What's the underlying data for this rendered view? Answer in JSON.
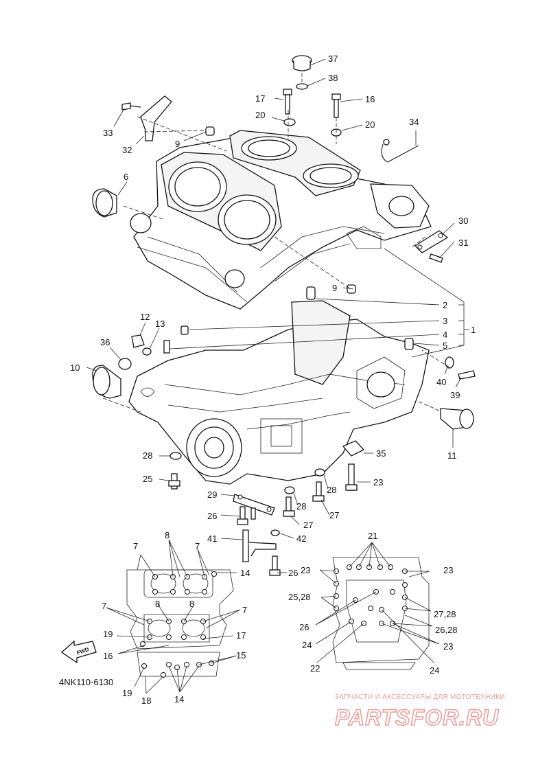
{
  "diagram_code": "4NK110-6130",
  "fwd_label": "FWD",
  "watermark": {
    "caption": "ЗАПЧАСТИ И АКСЕССУАРЫ ДЛЯ МОТОТЕХНИКИ",
    "logo_text": "PARTSFOR.RU",
    "color": "#e8a0a0"
  },
  "callouts": {
    "c37": "37",
    "c38": "38",
    "c17a": "17",
    "c16a": "16",
    "c20a": "20",
    "c20b": "20",
    "c34": "34",
    "c33": "33",
    "c32": "32",
    "c9a": "9",
    "c6": "6",
    "c30": "30",
    "c31": "31",
    "c9b": "9",
    "c2": "2",
    "c3": "3",
    "c1": "1",
    "c4": "4",
    "c5": "5",
    "c12": "12",
    "c13": "13",
    "c36": "36",
    "c10": "10",
    "c40": "40",
    "c39": "39",
    "c11": "11",
    "c28a": "28",
    "c35": "35",
    "c25": "25",
    "c23a": "23",
    "c28b": "28",
    "c29": "29",
    "c28c": "28",
    "c27a": "27",
    "c26a": "26",
    "c27b": "27",
    "c41": "41",
    "c42": "42",
    "c26b": "26",
    "c8a": "8",
    "c7a": "7",
    "c7b": "7",
    "c14a": "14",
    "c21": "21",
    "c23b": "23",
    "c23c": "23",
    "c7c": "7",
    "c8b": "8",
    "c8c": "8",
    "c7d": "7",
    "c2528": "25,28",
    "c2728": "27,28",
    "c19a": "19",
    "c17b": "17",
    "c26c": "26",
    "c2628": "26,28",
    "c16b": "16",
    "c24a": "24",
    "c23d": "23",
    "c15": "15",
    "c19b": "19",
    "c18": "18",
    "c14b": "14",
    "c22": "22",
    "c24b": "24"
  }
}
